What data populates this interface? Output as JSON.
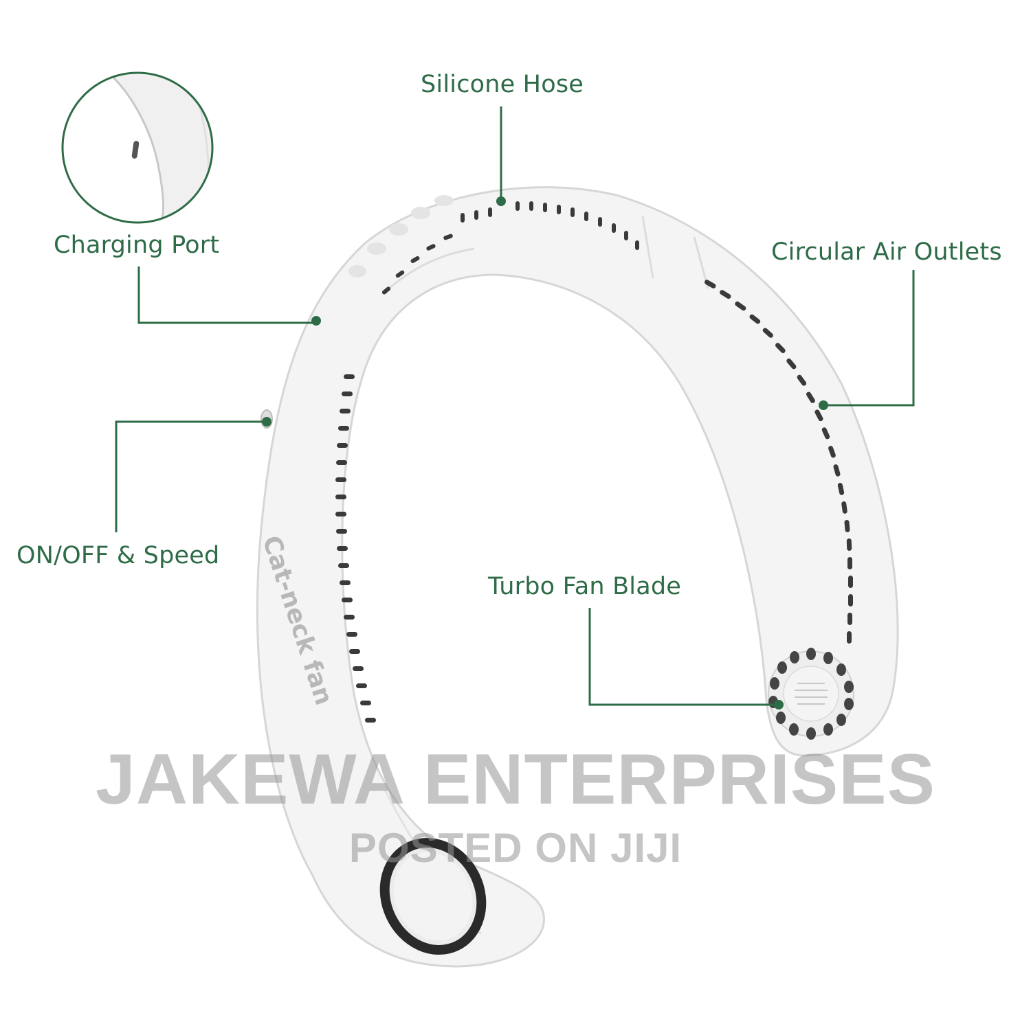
{
  "callouts": {
    "silicone_hose": "Silicone Hose",
    "charging_port": "Charging Port",
    "air_outlets": "Circular Air Outlets",
    "on_off_speed": "ON/OFF & Speed",
    "turbo_fan": "Turbo Fan Blade"
  },
  "product": {
    "body_text": "Cat-neck fan"
  },
  "watermark": {
    "main": "JAKEWA ENTERPRISES",
    "sub": "POSTED ON JIJI"
  },
  "colors": {
    "accent": "#2e6b47",
    "product_body": "#f4f4f4",
    "vent": "#3a3a3a",
    "watermark": "#969696"
  }
}
